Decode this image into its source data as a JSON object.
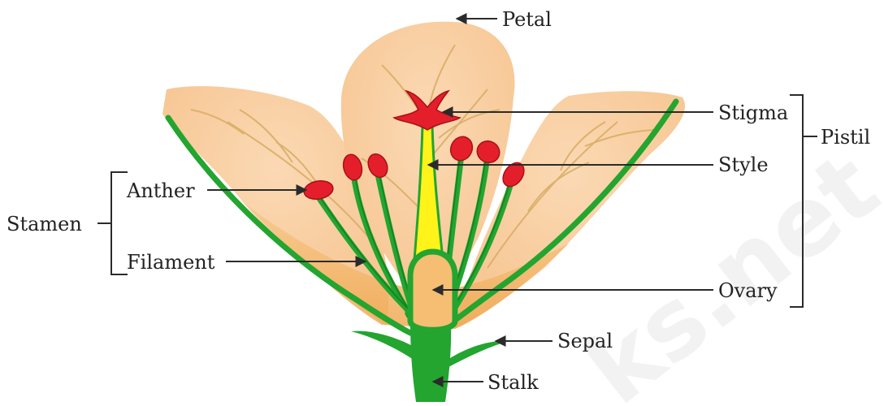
{
  "labels": {
    "petal": "Petal",
    "stigma": "Stigma",
    "style": "Style",
    "pistil": "Pistil",
    "anther": "Anther",
    "stamen": "Stamen",
    "filament": "Filament",
    "ovary": "Ovary",
    "sepal": "Sepal",
    "stalk": "Stalk"
  },
  "watermark": "ks.net",
  "colors": {
    "petal_fill": "#f9cfa4",
    "petal_shade": "#f3b874",
    "vein": "#d7b06a",
    "green": "#23a52f",
    "green_dark": "#0f7a1f",
    "red": "#e41f2b",
    "yellow": "#fff31a",
    "ink": "#222222"
  }
}
